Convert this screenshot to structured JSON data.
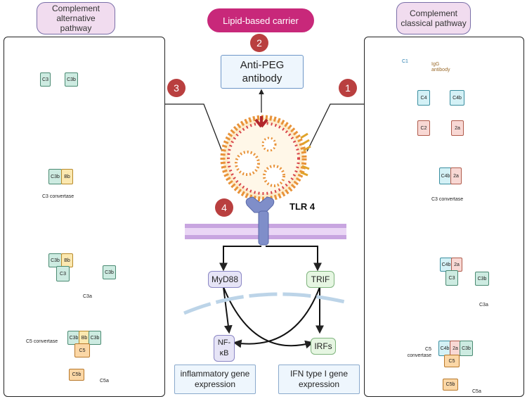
{
  "header": {
    "carrier_label": "Lipid-based carrier",
    "left_pathway": "Complement alternative pathway",
    "right_pathway": "Complement classical pathway"
  },
  "badges": [
    "1",
    "2",
    "3",
    "4"
  ],
  "anti_peg": "Anti-PEG antibody",
  "tlr": "TLR 4",
  "signaling": {
    "myd88": "MyD88",
    "trif": "TRIF",
    "nfkb": "NF-κB",
    "irfs": "IRFs"
  },
  "outputs": {
    "inflammatory": "inflammatory gene expression",
    "ifn": "IFN type I gene expression"
  },
  "alternative": {
    "c3": "C3",
    "c3b": "C3b",
    "bb": "Bb",
    "c3a": "C3a",
    "c5": "C5",
    "c5b": "C5b",
    "c5a": "C5a",
    "c3_convertase": "C3 convertase",
    "c5_convertase": "C5 convertase"
  },
  "classical": {
    "c1": "C1",
    "igg": "IgG antibody",
    "c4": "C4",
    "c4b": "C4b",
    "c2": "C2",
    "c2a": "2a",
    "c3": "C3",
    "c3b": "C3b",
    "c3a": "C3a",
    "c5": "C5",
    "c5b": "C5b",
    "c5a": "C5a",
    "c3_convertase": "C3 convertase",
    "c5_convertase": "C5 convertase"
  },
  "colors": {
    "carrier": "#c8287a",
    "badge": "#b93f3f",
    "c3_green": "#cdebe1",
    "c4_cyan": "#d4f1f6",
    "c2_pink": "#f8d8d4",
    "bb_yellow": "#fbe8b0",
    "c5_orange": "#fbd7a6",
    "membrane": "#c8a5e0",
    "tlr": "#7f8ec9"
  }
}
